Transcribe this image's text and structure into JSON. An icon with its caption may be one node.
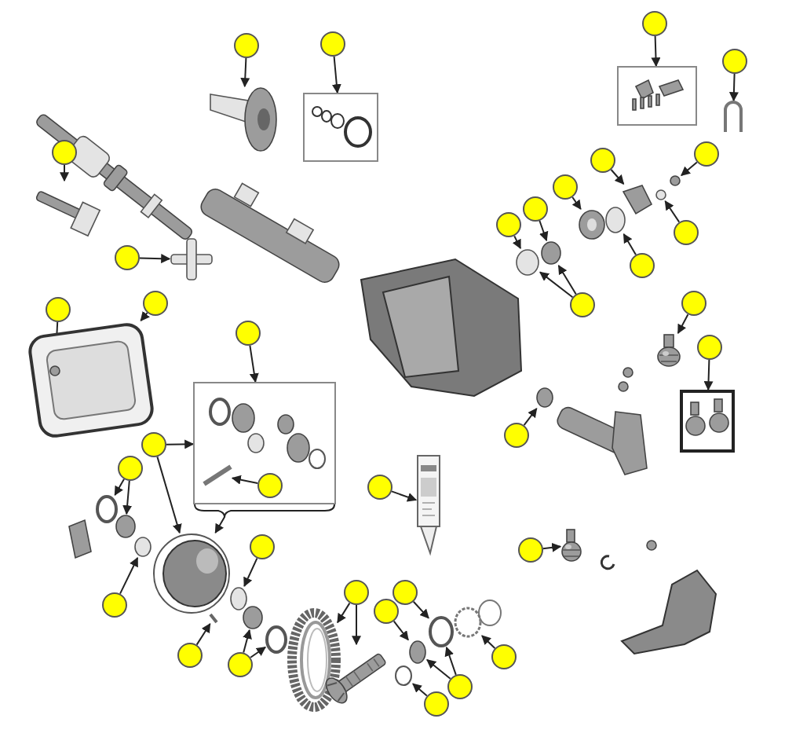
{
  "diagram": {
    "nodes": [
      {
        "text": [],
        "shape": "circle"
      },
      {
        "text": [],
        "shape": "circle"
      },
      {
        "text": [],
        "shape": "box"
      },
      {
        "text": [],
        "shape": "circle"
      },
      {
        "text": [],
        "shape": "box"
      },
      {
        "text": [],
        "shape": "circle"
      },
      {
        "text": [],
        "shape": "circle"
      },
      {
        "text": [],
        "shape": "circle"
      },
      {
        "text": [],
        "shape": "circle"
      },
      {
        "text": [],
        "shape": "circle"
      },
      {
        "text": [],
        "shape": "circle"
      },
      {
        "text": [],
        "shape": "circle"
      },
      {
        "text": [],
        "shape": "circle"
      },
      {
        "text": [],
        "shape": "circle"
      },
      {
        "text": [],
        "shape": "circle"
      },
      {
        "text": [],
        "shape": "circle"
      },
      {
        "text": [],
        "shape": "circle"
      },
      {
        "text": [],
        "shape": "circle"
      },
      {
        "text": [],
        "shape": "circle"
      },
      {
        "text": [],
        "shape": "circle"
      },
      {
        "text": [],
        "shape": "circle"
      },
      {
        "text": [],
        "shape": "box"
      },
      {
        "text": [],
        "shape": "circle",
        "in": 21
      },
      {
        "text": [],
        "shape": "box"
      },
      {
        "text": [],
        "shape": "circle"
      },
      {
        "text": [],
        "shape": "circle"
      },
      {
        "text": [],
        "shape": "circle"
      },
      {
        "text": [],
        "shape": "circle"
      },
      {
        "text": [],
        "shape": "circle"
      },
      {
        "text": [],
        "shape": "circle"
      },
      {
        "text": [],
        "shape": "circle"
      },
      {
        "text": [],
        "shape": "circle"
      },
      {
        "text": [],
        "shape": "circle"
      },
      {
        "text": [],
        "shape": "circle"
      },
      {
        "text": [],
        "shape": "circle"
      },
      {
        "text": [],
        "shape": "circle"
      },
      {
        "text": [],
        "shape": "circle"
      },
      {
        "text": [],
        "shape": "circle"
      },
      {
        "text": [],
        "shape": "circle"
      },
      {
        "text": [],
        "shape": "picture"
      },
      {
        "text": [],
        "shape": "picture"
      },
      {
        "text": [],
        "shape": "picture"
      },
      {
        "text": [],
        "shape": "picture"
      },
      {
        "text": [],
        "shape": "circle"
      },
      {
        "text": [],
        "shape": "picture"
      },
      {
        "text": [],
        "shape": "circle"
      },
      {
        "text": [],
        "shape": "circle"
      },
      {
        "text": [],
        "shape": "circle"
      },
      {
        "text": [],
        "shape": "picture"
      },
      {
        "text": [],
        "shape": "circle"
      },
      {
        "text": [],
        "shape": "picture"
      },
      {
        "text": [],
        "shape": "circle",
        "in": 50
      },
      {
        "text": [],
        "shape": "picture"
      },
      {
        "text": [],
        "shape": "picture",
        "in": 21
      },
      {
        "text": [],
        "shape": "picture"
      },
      {
        "text": [],
        "shape": "circle"
      },
      {
        "text": [],
        "shape": "circle"
      },
      {
        "text": [],
        "shape": "circle"
      },
      {
        "text": [],
        "shape": "picture"
      },
      {
        "text": [],
        "shape": "circle"
      },
      {
        "text": [],
        "shape": "picture"
      },
      {
        "text": [],
        "shape": "circle"
      },
      {
        "text": [],
        "shape": "picture"
      },
      {
        "text": [],
        "shape": "picture"
      },
      {
        "text": [],
        "shape": "circle"
      },
      {
        "text": [],
        "shape": "circle"
      },
      {
        "text": [],
        "shape": "circle"
      },
      {
        "text": [],
        "shape": "circle"
      },
      {
        "text": [],
        "shape": "circle"
      },
      {
        "text": [],
        "shape": "picture"
      },
      {
        "text": [],
        "shape": "circle"
      }
    ],
    "edges": [
      {
        "from": 0,
        "to": 39,
        "arrow": "to"
      },
      {
        "from": 1,
        "to": 2,
        "arrow": "to"
      },
      {
        "from": 3,
        "to": 4,
        "arrow": "to"
      },
      {
        "from": 5,
        "to": 40,
        "arrow": "to"
      },
      {
        "from": 6,
        "to": 41,
        "arrow": "to"
      },
      {
        "from": 7,
        "to": 42,
        "arrow": "to"
      },
      {
        "from": 8,
        "to": 43,
        "arrow": "to"
      },
      {
        "from": 9,
        "to": 44,
        "arrow": "to"
      },
      {
        "from": 10,
        "to": 45,
        "arrow": "to"
      },
      {
        "from": 11,
        "to": 46,
        "arrow": "to"
      },
      {
        "from": 12,
        "to": 47,
        "arrow": "to"
      },
      {
        "from": 13,
        "to": 48,
        "arrow": "to"
      },
      {
        "from": 14,
        "to": 49,
        "arrow": "to"
      },
      {
        "from": 15,
        "to": 51,
        "arrow": "to"
      },
      {
        "from": 16,
        "to": 50,
        "arrow": "to"
      },
      {
        "from": 17,
        "to": 46,
        "arrow": "to"
      },
      {
        "from": 17,
        "to": 45,
        "arrow": "to"
      },
      {
        "from": 18,
        "to": 52,
        "arrow": "to"
      },
      {
        "from": 19,
        "to": 21,
        "arrow": "to"
      },
      {
        "from": 20,
        "to": 23,
        "arrow": "to"
      },
      {
        "from": 22,
        "to": 53,
        "arrow": "to"
      },
      {
        "from": 24,
        "to": 21,
        "arrow": "to"
      },
      {
        "from": 24,
        "to": 54,
        "arrow": "to"
      },
      {
        "from": 25,
        "to": 56,
        "arrow": "to"
      },
      {
        "from": 25,
        "to": 57,
        "arrow": "to"
      },
      {
        "from": 26,
        "to": 58,
        "arrow": "to"
      },
      {
        "from": 27,
        "to": 59,
        "arrow": "to"
      },
      {
        "from": 28,
        "to": 55,
        "arrow": "to"
      },
      {
        "from": 29,
        "to": 60,
        "arrow": "to"
      },
      {
        "from": 30,
        "to": 61,
        "arrow": "to"
      },
      {
        "from": 31,
        "to": 62,
        "arrow": "to"
      },
      {
        "from": 31,
        "to": 63,
        "arrow": "to"
      },
      {
        "from": 32,
        "to": 64,
        "arrow": "to"
      },
      {
        "from": 33,
        "to": 65,
        "arrow": "to"
      },
      {
        "from": 34,
        "to": 66,
        "arrow": "to"
      },
      {
        "from": 35,
        "to": 69,
        "arrow": "to"
      },
      {
        "from": 36,
        "to": 68,
        "arrow": "to"
      },
      {
        "from": 36,
        "to": 70,
        "arrow": "to"
      },
      {
        "from": 37,
        "to": 61,
        "arrow": "to"
      },
      {
        "from": 37,
        "to": 65,
        "arrow": "to"
      },
      {
        "from": 38,
        "to": 67,
        "arrow": "to"
      },
      {
        "from": 21,
        "to": 54,
        "arrow": "to"
      }
    ]
  }
}
